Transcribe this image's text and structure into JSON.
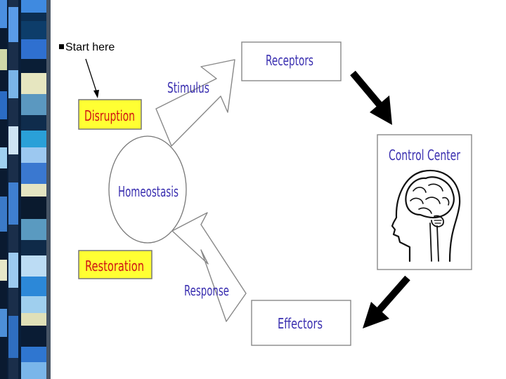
{
  "slide": {
    "bullet_text": "Start here"
  },
  "diagram": {
    "nodes": {
      "receptors": "Receptors",
      "control_center": "Control Center",
      "effectors": "Effectors",
      "homeostasis": "Homeostasis",
      "disruption": "Disruption",
      "restoration": "Restoration"
    },
    "arrow_labels": {
      "stimulus": "Stimulus",
      "response": "Response"
    }
  },
  "colors": {
    "diagram_text": "#3a2fb0",
    "highlight_text": "#d01414",
    "highlight_fill": "#ffff33",
    "arrow_fill": "#000000"
  },
  "icons": {
    "control_center": "head-brain-icon",
    "bullet": "square-bullet-icon"
  }
}
